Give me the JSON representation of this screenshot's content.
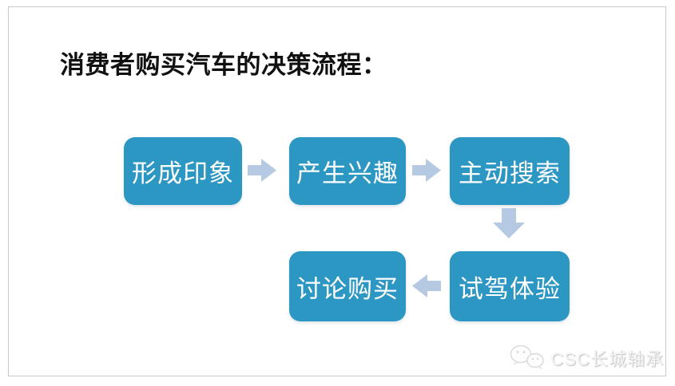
{
  "page": {
    "background_color": "#ffffff",
    "border_color": "#cacaca"
  },
  "header": {
    "title": "消费者购买汽车的决策流程："
  },
  "flowchart": {
    "box_fill_color": "#2D97C3",
    "box_text_color": "#ffffff",
    "arrow_color": "#B5C9E2",
    "steps": [
      {
        "label": "形成印象"
      },
      {
        "label": "产生兴趣"
      },
      {
        "label": "主动搜索"
      },
      {
        "label": "试驾体验"
      },
      {
        "label": "讨论购买"
      }
    ],
    "arrow_directions": [
      "right",
      "right",
      "down",
      "left"
    ]
  },
  "watermark": {
    "icon": "wechat-icon",
    "text": "CSC长城轴承",
    "color": "#e6e6e6"
  }
}
